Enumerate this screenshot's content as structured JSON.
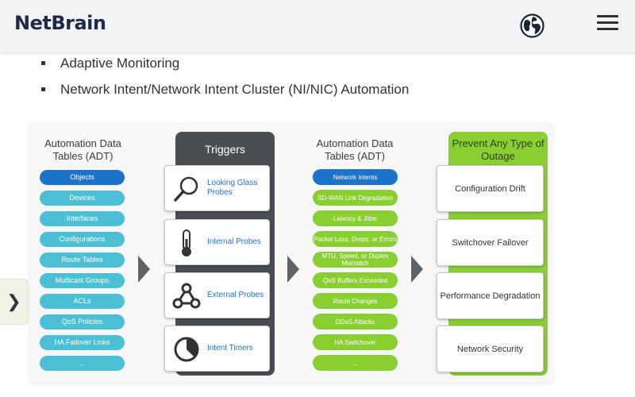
{
  "header": {
    "logo": "NetBrain",
    "globe_icon": "globe-icon",
    "menu_icon": "hamburger-menu-icon"
  },
  "bullets": [
    "Adaptive Monitoring",
    "Network Intent/Network Intent Cluster (NI/NIC) Automation"
  ],
  "side_toggle": {
    "label": "❯",
    "icon": "chevron-right-icon"
  },
  "diagram": {
    "col1": {
      "title": "Automation Data Tables (ADT)",
      "items": [
        "Objects",
        "Devices",
        "Interfaces",
        "Configurations",
        "Route Tables",
        "Multicast Groups",
        "ACLs",
        "QoS Policies",
        "HA Failover Links",
        "..."
      ],
      "selected_index": 0
    },
    "triggers": {
      "title": "Triggers",
      "items": [
        {
          "label": "Looking Glass Probes",
          "icon": "magnifier-icon"
        },
        {
          "label": "Internal Probes",
          "icon": "thermometer-icon"
        },
        {
          "label": "External Probes",
          "icon": "webhook-icon"
        },
        {
          "label": "Intent Timers",
          "icon": "timer-icon"
        }
      ]
    },
    "col3": {
      "title": "Automation Data Tables (ADT)",
      "items": [
        "Network Intents",
        "SD-WAN Link Degradation",
        "Latency & Jitter",
        "Packet Loss, Drops, or Errors",
        "MTU, Speed, or Duplex Mismatch",
        "QoS Buffers Exceeded",
        "Route Changes",
        "DDoS Attacks",
        "HA Switchover",
        "..."
      ],
      "selected_index": 0
    },
    "prevent": {
      "title": "Prevent Any Type of Outage",
      "items": [
        "Configuration Drift",
        "Switchover Failover",
        "Performance Degradation",
        "Network Security"
      ]
    },
    "colors": {
      "blue_pill": "#4bbfd3",
      "selected_pill": "#1d73c9",
      "green": "#89cf32",
      "dark_panel": "#4a4d51"
    }
  }
}
